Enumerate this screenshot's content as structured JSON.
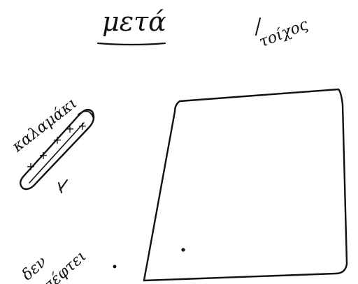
{
  "sketch": {
    "title": "μετά",
    "wall_label": "τοίχος",
    "rod_label": "καλαμάκι",
    "negation_label": "δεν",
    "falls_label": "πέφτει",
    "rod_charges": [
      "+",
      "+",
      "+",
      "+",
      "+"
    ],
    "ink_color": "#111111"
  }
}
